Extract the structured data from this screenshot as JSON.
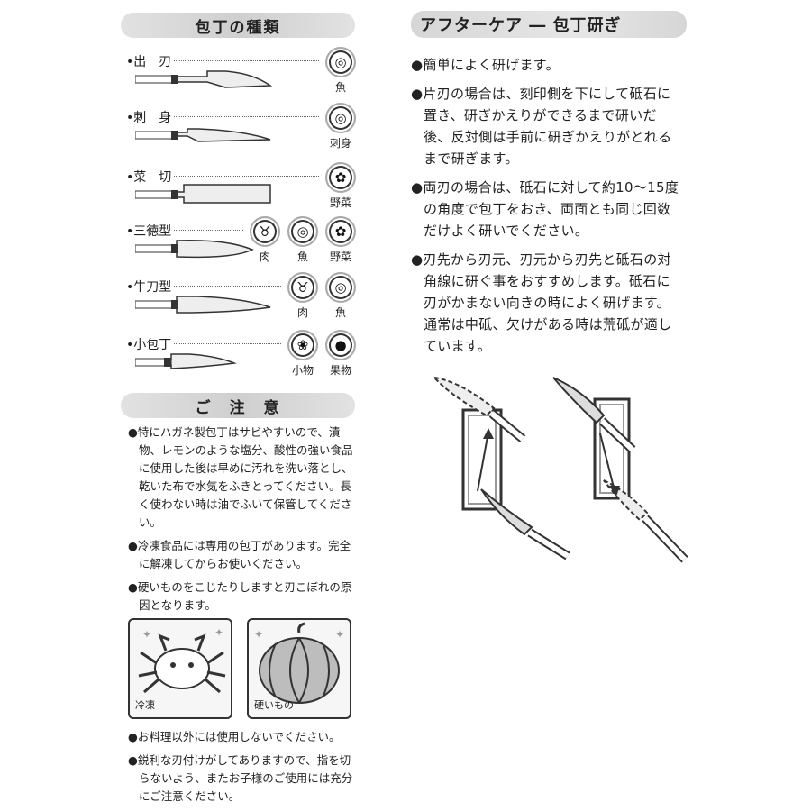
{
  "left": {
    "types_heading": "包丁の種類",
    "knives": [
      {
        "name": "•出　刃",
        "icons": [
          {
            "icon": "fish-icon",
            "glyph": "◎",
            "label": "魚"
          }
        ]
      },
      {
        "name": "•刺　身",
        "icons": [
          {
            "icon": "sashimi-icon",
            "glyph": "◎",
            "label": "刺身"
          }
        ]
      },
      {
        "name": "•菜　切",
        "icons": [
          {
            "icon": "vegetable-icon",
            "glyph": "✿",
            "label": "野菜"
          }
        ]
      },
      {
        "name": "•三徳型",
        "icons": [
          {
            "icon": "meat-icon",
            "glyph": "♉",
            "label": "肉"
          },
          {
            "icon": "fish-icon",
            "glyph": "◎",
            "label": "魚"
          },
          {
            "icon": "vegetable-icon",
            "glyph": "✿",
            "label": "野菜"
          }
        ]
      },
      {
        "name": "•牛刀型",
        "icons": [
          {
            "icon": "meat-icon",
            "glyph": "♉",
            "label": "肉"
          },
          {
            "icon": "fish-icon",
            "glyph": "◎",
            "label": "魚"
          }
        ]
      },
      {
        "name": "•小包丁",
        "icons": [
          {
            "icon": "small-items-icon",
            "glyph": "❀",
            "label": "小物"
          },
          {
            "icon": "fruit-icon",
            "glyph": "●",
            "label": "果物"
          }
        ]
      }
    ],
    "caution_heading": "ご　注　意",
    "cautions": [
      "●特にハガネ製包丁はサビやすいので、漬物、レモンのような塩分、酸性の強い食品に使用した後は早めに汚れを洗い落とし、乾いた布で水気をふきとってください。長く使わない時は油でふいて保管してください。",
      "●冷凍食品には専用の包丁があります。完全に解凍してからお使いください。",
      "●硬いものをこじたりしますと刃こぼれの原因となります。"
    ],
    "illustrations": [
      {
        "label": "冷凍"
      },
      {
        "label": "硬いもの"
      }
    ],
    "cautions_bottom": [
      "●お料理以外には使用しないでください。",
      "●鋭利な刃付けがしてありますので、指を切らないよう、またお子様のご使用には充分にご注意ください。"
    ]
  },
  "right": {
    "heading": "アフターケア ― 包丁研ぎ",
    "notes": [
      "●簡単によく研げます。",
      "●片刃の場合は、刻印側を下にして砥石に置き、研ぎかえりができるまで研いだ後、反対側は手前に研ぎかえりがとれるまで研ぎます。",
      "●両刃の場合は、砥石に対して約10～15度の角度で包丁をおき、両面とも同じ回数だけよく研いでください。",
      "●刃先から刃元、刃元から刃先と砥石の対角線に研ぐ事をおすすめします。砥石に刃がかまない向きの時によく研げます。通常は中砥、欠けがある時は荒砥が適しています。"
    ]
  },
  "colors": {
    "pill_bg": "#d4d4d4",
    "ink": "#222222",
    "knife_blade": "#eeeeee",
    "knife_handle": "#333333"
  }
}
